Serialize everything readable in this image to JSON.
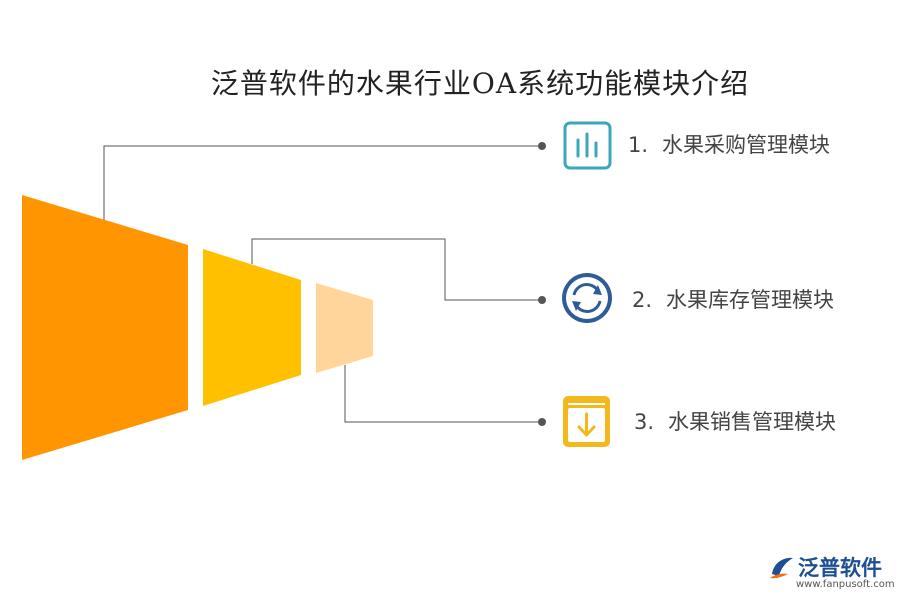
{
  "title": "泛普软件的水果行业OA系统功能模块介绍",
  "colors": {
    "segment1": "#ff9500",
    "segment2": "#ffc000",
    "segment3": "#ffd59b",
    "icon1": "#3aa7b8",
    "icon2": "#2e5c96",
    "icon3": "#f3b81b",
    "connector": "#555555"
  },
  "items": [
    {
      "number": "1.",
      "label": "水果采购管理模块",
      "icon": "bar-chart-icon"
    },
    {
      "number": "2.",
      "label": "水果库存管理模块",
      "icon": "refresh-icon"
    },
    {
      "number": "3.",
      "label": "水果销售管理模块",
      "icon": "download-box-icon"
    }
  ],
  "logo": {
    "name": "泛普软件",
    "url": "www.fanpusoft.com"
  }
}
